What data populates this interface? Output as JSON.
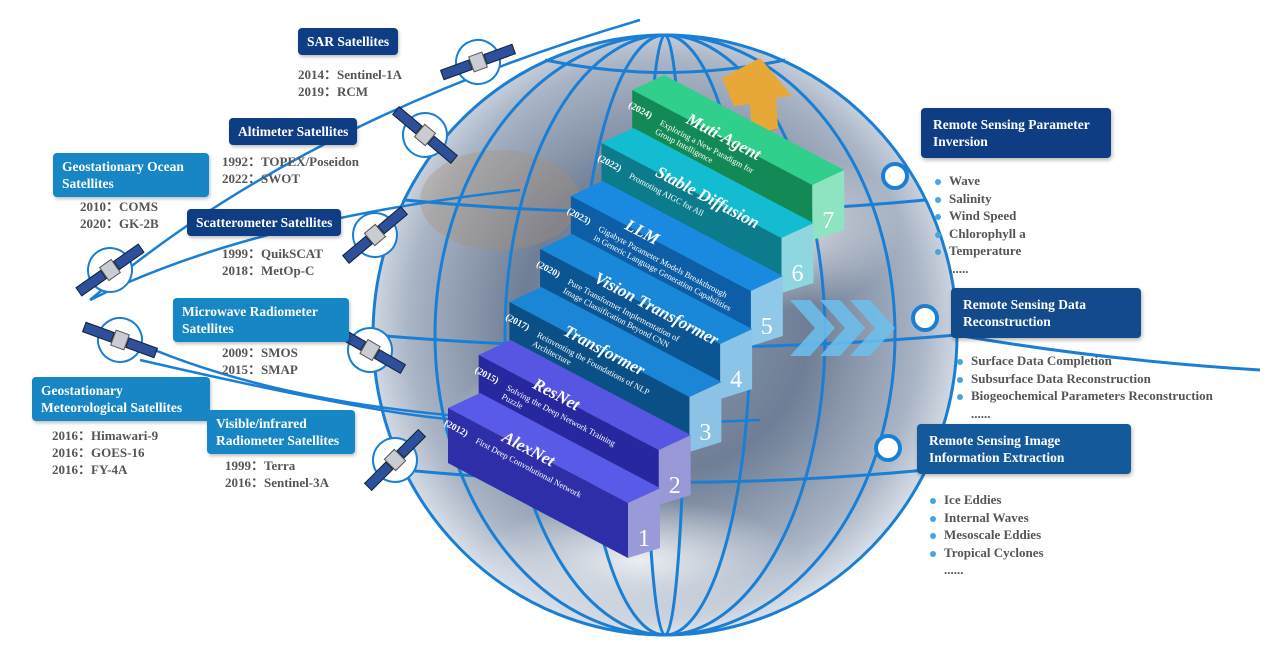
{
  "satellites": [
    {
      "title": "SAR Satellites",
      "missions": [
        "2014：Sentinel-1A",
        "2019：RCM"
      ]
    },
    {
      "title": "Altimeter Satellites",
      "missions": [
        "1992：TOPEX/Poseidon",
        "2022：SWOT"
      ]
    },
    {
      "title": "Geostationary Ocean Satellites",
      "missions": [
        "2010：COMS",
        "2020：GK-2B"
      ]
    },
    {
      "title": "Scatterometer Satellites",
      "missions": [
        "1999：QuikSCAT",
        "2018：MetOp-C"
      ]
    },
    {
      "title": "Microwave Radiometer Satellites",
      "missions": [
        "2009：SMOS",
        "2015：SMAP"
      ]
    },
    {
      "title": "Geostationary Meteorological Satellites",
      "missions": [
        "2016：Himawari-9",
        "2016：GOES-16",
        "2016：FY-4A"
      ]
    },
    {
      "title": "Visible/infrared Radiometer Satellites",
      "missions": [
        "1999：Terra",
        "2016：Sentinel-3A"
      ]
    }
  ],
  "steps": [
    {
      "number": "1",
      "name": "AlexNet",
      "year": "(2012)",
      "desc": [
        "First Deep Convolutional Network"
      ],
      "colors": {
        "top": "#5a5ae8",
        "front": "#2e2ea8",
        "side": "#9a9ad8"
      }
    },
    {
      "number": "2",
      "name": "ResNet",
      "year": "(2015)",
      "desc": [
        "Solving the Deep Network Training",
        "Puzzle"
      ],
      "colors": {
        "top": "#5656e2",
        "front": "#2727a0",
        "side": "#9898d6"
      }
    },
    {
      "number": "3",
      "name": "Transformer",
      "year": "(2017)",
      "desc": [
        "Reinventing the Foundations of NLP",
        "Architecture"
      ],
      "colors": {
        "top": "#1c86d6",
        "front": "#0a4f86",
        "side": "#8cc2e6"
      }
    },
    {
      "number": "4",
      "name": "Vision Transformer",
      "year": "(2020)",
      "desc": [
        "Pure Transformer Implementation of",
        "Image Classification Beyond CNN"
      ],
      "colors": {
        "top": "#1a88d8",
        "front": "#0a5592",
        "side": "#8cc4e8"
      }
    },
    {
      "number": "5",
      "name": "LLM",
      "year": "(2023)",
      "desc": [
        "Gigabyte Parameter Models Breakthrough",
        "in Generic Language Generation Capabilities"
      ],
      "colors": {
        "top": "#1a8ae0",
        "front": "#0d5ea6",
        "side": "#90c8ea"
      }
    },
    {
      "number": "6",
      "name": "Stable Diffusion",
      "year": "(2022)",
      "desc": [
        "Promoting AIGC for All"
      ],
      "colors": {
        "top": "#14bcd2",
        "front": "#0c7b8c",
        "side": "#8ed6e0"
      }
    },
    {
      "number": "7",
      "name": "Muti-Agent",
      "year": "(2024)",
      "desc": [
        "Exploring a New Paradigm for",
        "Group Intelligence"
      ],
      "colors": {
        "top": "#30d08c",
        "front": "#138a56",
        "side": "#8ee4c0"
      }
    }
  ],
  "applications": [
    {
      "title": "Remote Sensing Parameter Inversion",
      "items": [
        "Wave",
        "Salinity",
        "Wind Speed",
        "Chlorophyll a",
        "Temperature",
        "......"
      ]
    },
    {
      "title": "Remote Sensing Data Reconstruction",
      "items": [
        "Surface Data Completion",
        "Subsurface Data Reconstruction",
        "Biogeochemical Parameters Reconstruction",
        "......"
      ]
    },
    {
      "title": "Remote Sensing Image Information Extraction",
      "items": [
        "Ice Eddies",
        "Internal Waves",
        "Mesoscale Eddies",
        "Tropical Cyclones",
        "......"
      ]
    }
  ],
  "colors": {
    "grid_line": "#1a7fd4",
    "arrow": "#e8a838",
    "chevron": "#6cc0ee",
    "box_dark": "#0f3d84"
  }
}
